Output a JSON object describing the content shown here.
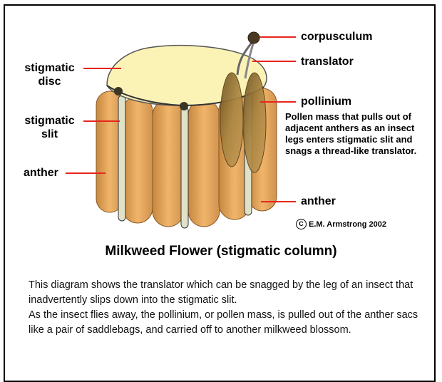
{
  "labels": {
    "corpusculum": "corpusculum",
    "translator": "translator",
    "pollinium": "pollinium",
    "stigmatic_disc_line1": "stigmatic",
    "stigmatic_disc_line2": "disc",
    "stigmatic_slit_line1": "stigmatic",
    "stigmatic_slit_line2": "slit",
    "anther_left": "anther",
    "anther_right": "anther"
  },
  "pollinium_note": "Pollen mass that pulls out of adjacent anthers as an insect legs enters stigmatic slit and snags a thread-like translator.",
  "copyright": {
    "symbol": "C",
    "text": "E.M. Armstrong 2002"
  },
  "title": "Milkweed Flower (stigmatic column)",
  "description": [
    "This diagram shows the translator which can be snagged by the leg of an insect that inadvertently slips down into the stigmatic slit.",
    "As the insect flies away, the pollinium, or pollen mass, is pulled out of the anther sacs like a pair of saddlebags, and carried off to another milkweed blossom."
  ],
  "colors": {
    "leader_line": "#e8251f",
    "anther": "#e8aa5c",
    "anther_dark": "#c9894a",
    "disc": "#fbf3b6",
    "pollinium": "#8b6b2e",
    "slit": "#d9dcc4"
  }
}
